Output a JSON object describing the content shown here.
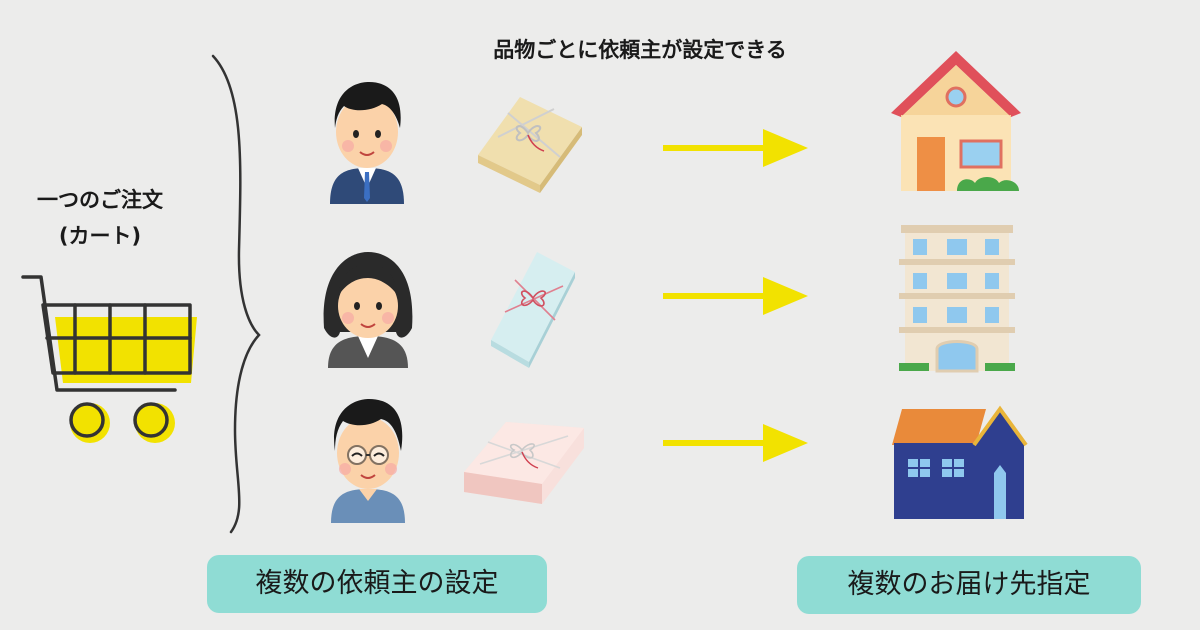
{
  "header": {
    "caption": "品物ごとに依頼主が設定できる"
  },
  "order": {
    "line1": "一つのご注文",
    "line2": "(カート)"
  },
  "labels": {
    "requesters": "複数の依頼主の設定",
    "destinations": "複数のお届け先指定"
  },
  "colors": {
    "background": "#ececeb",
    "accent_yellow": "#f2e200",
    "pill_teal": "#8fdcd4",
    "suit_navy": "#2f4a78",
    "roof_red": "#e0505a",
    "house_blue": "#2f3f8f",
    "roof_orange": "#e98a3a"
  },
  "icons": {
    "cart": "shopping-cart-icon",
    "gift": "gift-box-icon",
    "arrow": "arrow-right-icon",
    "house": "house-icon",
    "apartment": "apartment-building-icon"
  },
  "rows": [
    {
      "requester": "man-in-suit-icon",
      "gift_color": "#f0dfae",
      "gift_side": "#e2c98a",
      "destination": "house-icon"
    },
    {
      "requester": "woman-icon",
      "gift_color": "#d6eef0",
      "gift_side": "#b8dce0",
      "destination": "apartment-building-icon"
    },
    {
      "requester": "man-with-glasses-icon",
      "gift_color": "#f8e0dc",
      "gift_side": "#f0c6c0",
      "destination": "blue-house-icon"
    }
  ]
}
